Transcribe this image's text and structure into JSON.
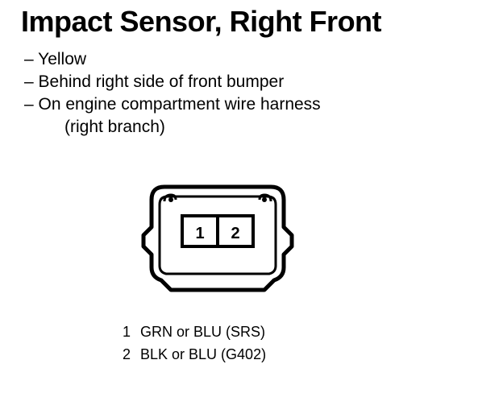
{
  "title": "Impact Sensor, Right Front",
  "notes": [
    "– Yellow",
    "– Behind right side of front bumper",
    "– On engine compartment wire harness",
    "(right branch)"
  ],
  "connector": {
    "icon": "connector-icon",
    "pins": [
      "1",
      "2"
    ]
  },
  "legend": [
    {
      "pin": "1",
      "text": "GRN or BLU (SRS)"
    },
    {
      "pin": "2",
      "text": "BLK or BLU (G402)"
    }
  ]
}
